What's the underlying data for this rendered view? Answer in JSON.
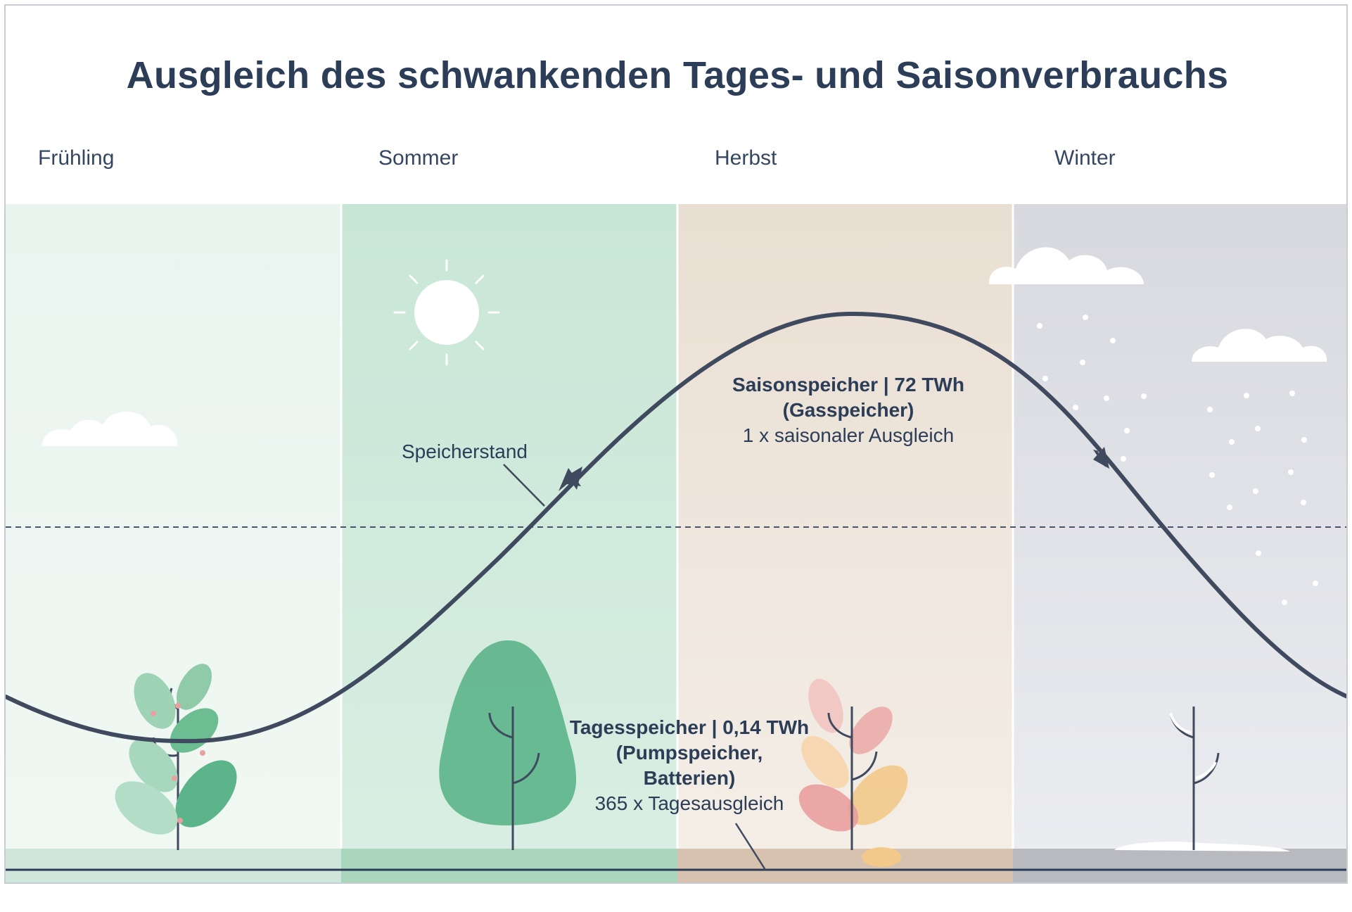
{
  "title": "Ausgleich des schwankenden Tages- und Saisonverbrauchs",
  "seasons": [
    {
      "label": "Frühling",
      "color": "#e8f3ee"
    },
    {
      "label": "Sommer",
      "color": "#c9e6d7"
    },
    {
      "label": "Herbst",
      "color": "#ebe1d6"
    },
    {
      "label": "Winter",
      "color": "#dcdde2"
    }
  ],
  "annotations": {
    "storage_level": "Speicherstand",
    "seasonal": {
      "line1": "Saisonspeicher | 72 TWh",
      "line2": "(Gasspeicher)",
      "line3": "1 x saisonaler Ausgleich"
    },
    "daily": {
      "line1": "Tagesspeicher | 0,14 TWh",
      "line2": "(Pumpspeicher,",
      "line3": "Batterien)",
      "line4": "365 x Tagesausgleich"
    }
  },
  "colors": {
    "curve": "#3f4a5e",
    "title": "#2b3d57",
    "leaf_green": "#5cb48a",
    "leaf_autumn": "#e89a9a",
    "leaf_autumn_yellow": "#f2c98a",
    "cloud": "#ffffff"
  },
  "icons": [
    "sun-icon",
    "cloud-icon",
    "snowflake-icon",
    "sprout-icon",
    "tree-icon",
    "autumn-plant-icon",
    "bare-tree-icon"
  ]
}
